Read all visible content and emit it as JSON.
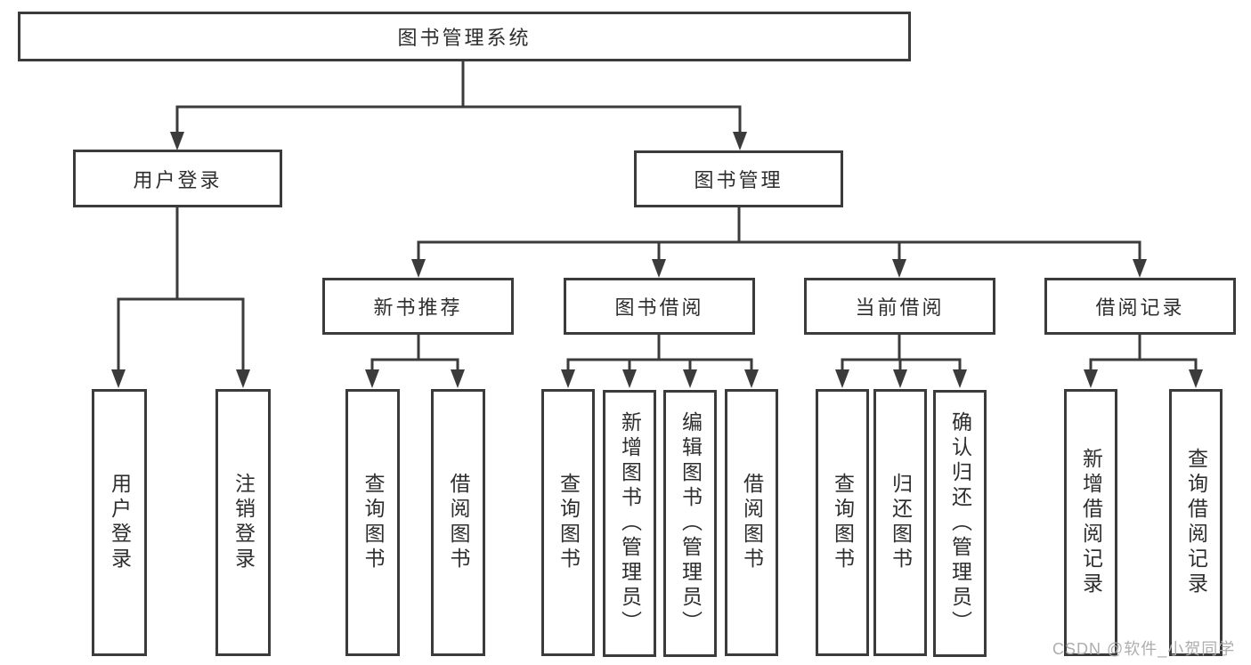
{
  "tree": {
    "root": {
      "label": "图书管理系统"
    },
    "branches": [
      {
        "label": "用户登录",
        "children": [
          {
            "label": "用户登录"
          },
          {
            "label": "注销登录"
          }
        ]
      },
      {
        "label": "图书管理",
        "children": [
          {
            "label": "新书推荐",
            "children": [
              {
                "label": "查询图书"
              },
              {
                "label": "借阅图书"
              }
            ]
          },
          {
            "label": "图书借阅",
            "children": [
              {
                "label": "查询图书"
              },
              {
                "label": "新增图书（管理员）"
              },
              {
                "label": "编辑图书（管理员）"
              },
              {
                "label": "借阅图书"
              }
            ]
          },
          {
            "label": "当前借阅",
            "children": [
              {
                "label": "查询图书"
              },
              {
                "label": "归还图书"
              },
              {
                "label": "确认归还（管理员）"
              }
            ]
          },
          {
            "label": "借阅记录",
            "children": [
              {
                "label": "新增借阅记录"
              },
              {
                "label": "查询借阅记录"
              }
            ]
          }
        ]
      }
    ]
  },
  "watermark": "CSDN @软件_小贺同学",
  "colors": {
    "line": "#3b3b3b",
    "text": "#2e2e2e",
    "watermark": "#adadad"
  }
}
